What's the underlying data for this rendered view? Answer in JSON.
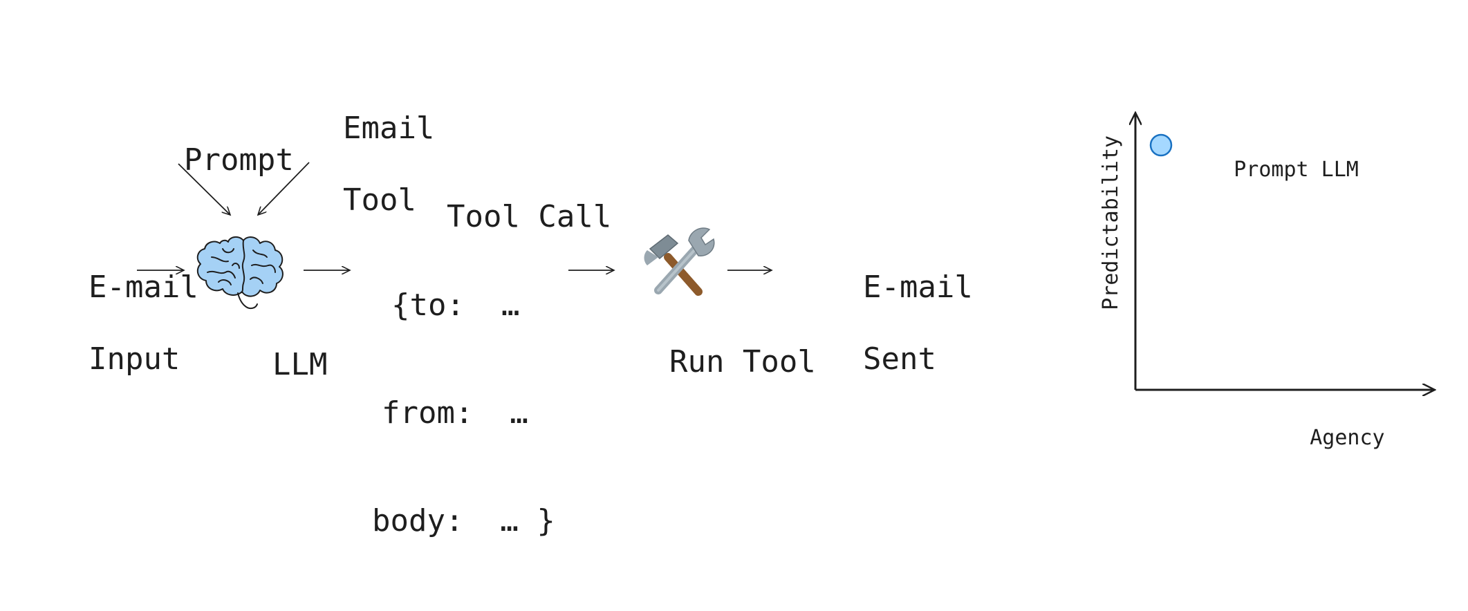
{
  "flow": {
    "prompt": "Prompt",
    "email_tool_line1": "Email",
    "email_tool_line2": "Tool",
    "email_input_line1": "E-mail",
    "email_input_line2": "Input",
    "llm": "LLM",
    "tool_call_title": "Tool Call",
    "tool_call_line1": "{to:  …",
    "tool_call_line2": "from:  …",
    "tool_call_line3": "body:  … }",
    "run_tool": "Run Tool",
    "email_sent_line1": "E-mail",
    "email_sent_line2": "Sent",
    "icons": [
      "brain-icon",
      "hammer-wrench-icon"
    ],
    "brain_color": "#a5d1f5",
    "brain_stroke": "#1e1e1e"
  },
  "plot": {
    "x_axis_label": "Agency",
    "y_axis_label": "Predictability",
    "point_label": "Prompt LLM",
    "point_fill": "#a5d8ff",
    "point_stroke": "#1971c2"
  }
}
